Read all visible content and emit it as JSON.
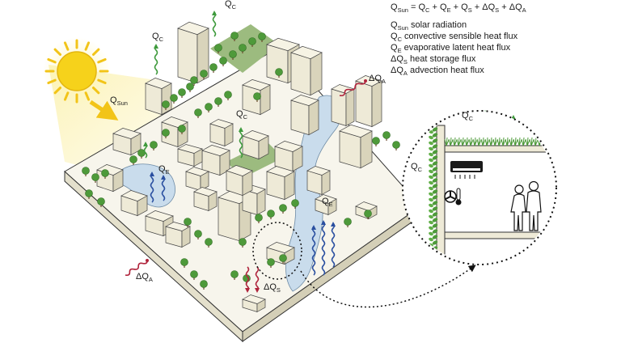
{
  "equation": {
    "lhs_main": "Q",
    "lhs_sub": "Sun",
    "eq": " = ",
    "t1_main": "Q",
    "t1_sub": "C",
    "plus": " + ",
    "t2_main": "Q",
    "t2_sub": "E",
    "t3_main": "Q",
    "t3_sub": "S",
    "t4_main": "ΔQ",
    "t4_sub": "S",
    "t5_main": "ΔQ",
    "t5_sub": "A"
  },
  "legend": [
    {
      "main": "Q",
      "sub": "Sun",
      "desc": "solar radiation"
    },
    {
      "main": "Q",
      "sub": "C",
      "desc": "convective sensible heat flux"
    },
    {
      "main": "Q",
      "sub": "E",
      "desc": "evaporative latent heat flux"
    },
    {
      "main": "ΔQ",
      "sub": "S",
      "desc": "heat storage flux"
    },
    {
      "main": "ΔQ",
      "sub": "A",
      "desc": "advection heat flux"
    }
  ],
  "labels": {
    "qsun": {
      "main": "Q",
      "sub": "Sun"
    },
    "qc_top": {
      "main": "Q",
      "sub": "C"
    },
    "qc_left": {
      "main": "Q",
      "sub": "C"
    },
    "qc_mid": {
      "main": "Q",
      "sub": "C"
    },
    "qe_left": {
      "main": "Q",
      "sub": "E"
    },
    "qe_right": {
      "main": "Q",
      "sub": "E"
    },
    "dqa_top": {
      "main": "ΔQ",
      "sub": "A"
    },
    "dqa_bottom": {
      "main": "ΔQ",
      "sub": "A"
    },
    "dqs": {
      "main": "ΔQ",
      "sub": "S"
    },
    "qc_zoom_top": {
      "main": "Q",
      "sub": "C"
    },
    "qc_zoom_left": {
      "main": "Q",
      "sub": "C"
    }
  },
  "colors": {
    "sun": "#f6d21b",
    "building": "#eeead7",
    "building_shade": "#d9d4bb",
    "tree": "#4e9a3a",
    "water": "#c9dcec",
    "green_roof": "#9cbb7f",
    "convective": "#3e9a3c",
    "evaporative": "#2a4fa0",
    "heat": "#b0243c"
  }
}
